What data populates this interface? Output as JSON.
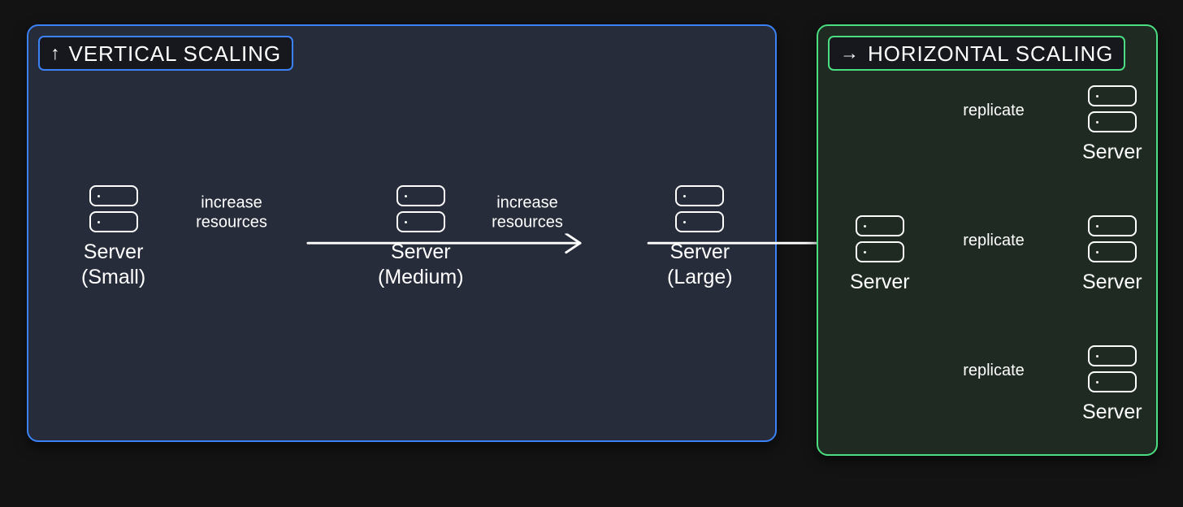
{
  "page": {
    "background": "#131313",
    "stroke_color": "#ffffff"
  },
  "panels": {
    "vertical": {
      "title": "VERTICAL SCALING",
      "arrow_glyph": "↑",
      "icon_name": "up-arrow-icon",
      "border_color": "#3b82f6",
      "background": "#262c39",
      "nodes": [
        {
          "label": "Server\n(Small)"
        },
        {
          "label": "Server\n(Medium)"
        },
        {
          "label": "Server\n(Large)"
        }
      ],
      "edges": [
        {
          "label": "increase\nresources"
        },
        {
          "label": "increase\nresources"
        }
      ]
    },
    "horizontal": {
      "title": "HORIZONTAL SCALING",
      "arrow_glyph": "→",
      "icon_name": "right-arrow-icon",
      "border_color": "#4ade80",
      "background": "#1f2a22",
      "source": {
        "label": "Server"
      },
      "replicas": [
        {
          "label": "Server"
        },
        {
          "label": "Server"
        },
        {
          "label": "Server"
        }
      ],
      "edges": [
        {
          "label": "replicate"
        },
        {
          "label": "replicate"
        },
        {
          "label": "replicate"
        }
      ]
    }
  }
}
